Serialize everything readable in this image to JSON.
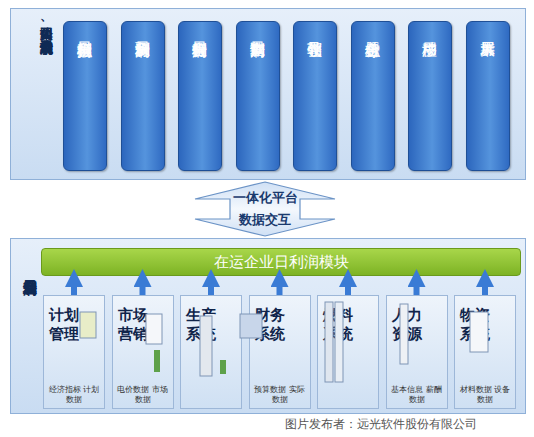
{
  "diagram": {
    "nodes": [
      {
        "text": [
          "集团公司、分（子）公司日利润系统"
        ]
      },
      {
        "text": [
          "日利润模拟分析"
        ],
        "in": 0
      },
      {
        "text": [
          "日利润预测分析"
        ],
        "in": 0
      },
      {
        "text": [
          "日利润分析报告"
        ],
        "in": 0
      },
      {
        "text": [
          "日利润数据查询"
        ],
        "in": 0
      },
      {
        "text": [
          "领导驾驶仓"
        ],
        "in": 0
      },
      {
        "text": [
          "综合主题分析"
        ],
        "in": 0
      },
      {
        "text": [
          "移动应用"
        ],
        "in": 0
      },
      {
        "text": [
          "大屏幕展示"
        ],
        "in": 0
      },
      {
        "text": [
          "一体化平台 数据交互"
        ]
      },
      {
        "text": [
          "基层企业日利润"
        ]
      },
      {
        "text": [
          "在运企业日利润模块"
        ],
        "in": 10
      },
      {
        "text": [
          "计划管理",
          "经济指标 计划数据"
        ],
        "in": 10
      },
      {
        "text": [
          "市场营销",
          "电价数据 市场数据"
        ],
        "in": 10
      },
      {
        "text": [
          "生产系统"
        ],
        "in": 10
      },
      {
        "text": [
          "财务系统",
          "预算数据 实际数据"
        ],
        "in": 10
      },
      {
        "text": [
          "燃料系统"
        ],
        "in": 10
      },
      {
        "text": [
          "人力资源",
          "基本信息 薪酬数据"
        ],
        "in": 10
      },
      {
        "text": [
          "物资系统",
          "材料数据 设备数据"
        ],
        "in": 10
      }
    ],
    "edges": [
      {
        "from": 12,
        "to": 11,
        "arrow": "to"
      },
      {
        "from": 13,
        "to": 11,
        "arrow": "to"
      },
      {
        "from": 14,
        "to": 11,
        "arrow": "to"
      },
      {
        "from": 15,
        "to": 11,
        "arrow": "to"
      },
      {
        "from": 16,
        "to": 11,
        "arrow": "to"
      },
      {
        "from": 17,
        "to": 11,
        "arrow": "to"
      },
      {
        "from": 18,
        "to": 11,
        "arrow": "to"
      }
    ],
    "labels": [
      "图片发布者：远光软件股份有限公司"
    ]
  }
}
